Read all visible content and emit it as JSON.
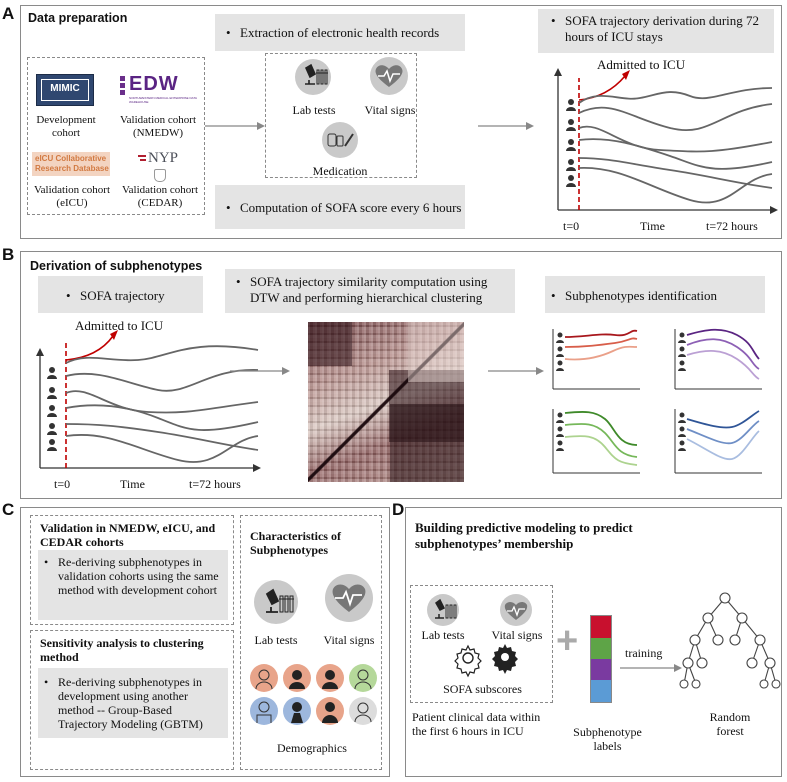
{
  "panelA": {
    "letter": "A",
    "title": "Data preparation",
    "sources": {
      "mimic_logo": "MIMIC",
      "mimic_caption": "Development cohort",
      "edw_logo": "EDW",
      "edw_sub": "NORTHWESTERN MEDICAL ENTERPRISE DATA WAREHOUSE",
      "edw_caption": "Validation cohort (NMEDW)",
      "eicu_logo_line1": "eICU Collaborative",
      "eicu_logo_line2": "Research Database",
      "eicu_caption": "Validation cohort (eICU)",
      "nyp_logo": "NYP",
      "nyp_caption": "Validation cohort (CEDAR)"
    },
    "ehr": "Extraction of electronic health records",
    "lab_tests": "Lab tests",
    "vital_signs": "Vital signs",
    "medication": "Medication",
    "sofa": "Computation of SOFA score every 6 hours",
    "trajectory_title": "SOFA trajectory derivation during 72 hours of ICU stays",
    "admitted": "Admitted to ICU",
    "t0": "t=0",
    "time": "Time",
    "t72": "t=72 hours"
  },
  "panelB": {
    "letter": "B",
    "title": "Derivation of subphenotypes",
    "trajectory": "SOFA trajectory",
    "admitted": "Admitted to ICU",
    "t0": "t=0",
    "time": "Time",
    "t72": "t=72 hours",
    "similarity": "SOFA trajectory similarity computation using DTW and performing hierarchical clustering",
    "identification": "Subphenotypes identification",
    "colors": {
      "red": "#b3261e",
      "purple": "#6a2f8a",
      "green": "#4e9a2f",
      "blue": "#3b5fa0"
    }
  },
  "panelC": {
    "letter": "C",
    "validation_title": "Validation in NMEDW, eICU, and CEDAR cohorts",
    "validation_text": "Re-deriving subphenotypes in validation cohorts using the same method with development cohort",
    "sensitivity_title": "Sensitivity analysis to clustering method",
    "sensitivity_text": "Re-deriving subphenotypes in development using another method -- Group-Based Trajectory Modeling (GBTM)",
    "characteristics_title": "Characteristics of Subphenotypes",
    "lab_tests": "Lab tests",
    "vital_signs": "Vital signs",
    "demographics": "Demographics"
  },
  "panelD": {
    "letter": "D",
    "title": "Building predictive modeling to predict subphenotypes’ membership",
    "lab_tests": "Lab tests",
    "vital_signs": "Vital signs",
    "sofa_subscores": "SOFA subscores",
    "patient_data": "Patient clinical data within the first 6 hours in ICU",
    "plus": "+",
    "training": "training",
    "labels": "Subphenotype labels",
    "forest": "Random forest",
    "label_colors": [
      "#c8102e",
      "#5ea447",
      "#7a3aa0",
      "#5b9bd5"
    ]
  }
}
